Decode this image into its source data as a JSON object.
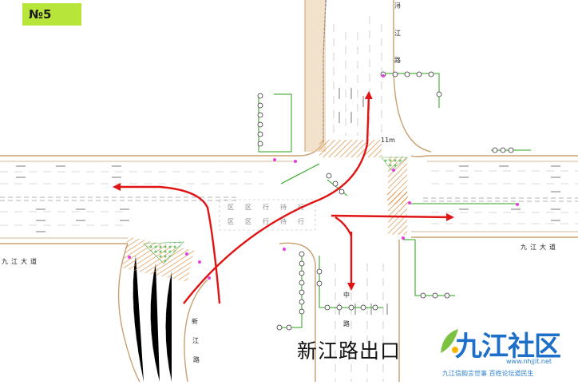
{
  "diagram_number": "№5",
  "caption": "新江路出口",
  "road_labels": {
    "north": [
      "浔",
      "江",
      "路"
    ],
    "south": [
      "中",
      "路"
    ],
    "east": [
      "九",
      "江",
      "大",
      "道"
    ],
    "west": [
      "九",
      "江",
      "大",
      "道"
    ],
    "southwest": [
      "新",
      "江",
      "路"
    ]
  },
  "median_label": "11m",
  "crosswalk_text": [
    "区",
    "区",
    "行",
    "待",
    "行",
    "区",
    "区",
    "行",
    "待",
    "行"
  ],
  "logo": {
    "title": "九江社区",
    "url": "www.nhjjlt.net",
    "slogan": "九江信韵言世事  百姓论坛道民生"
  },
  "colors": {
    "road_edge": "#c8a070",
    "arrow": "#e01414",
    "signal_pole": "#2aa61a",
    "curb_hatch": "#d98a3a",
    "island": "#7ad07a",
    "badge": "#b7e53a"
  }
}
